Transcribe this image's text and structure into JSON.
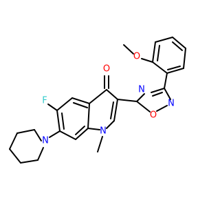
{
  "diagram": {
    "atoms": [
      {
        "id": "ome-o",
        "text": "O",
        "color": "#ff0000"
      },
      {
        "id": "ketone-o",
        "text": "O",
        "color": "#ff0000"
      },
      {
        "id": "oxadiazole-n-top",
        "text": "N",
        "color": "#0000ff"
      },
      {
        "id": "oxadiazole-n-right",
        "text": "N",
        "color": "#0000ff"
      },
      {
        "id": "oxadiazole-o",
        "text": "O",
        "color": "#ff0000"
      },
      {
        "id": "fluorine",
        "text": "F",
        "color": "#33cccc"
      },
      {
        "id": "piperidine-n",
        "text": "N",
        "color": "#0000ff"
      },
      {
        "id": "quinolone-n",
        "text": "N",
        "color": "#0000ff"
      }
    ]
  }
}
